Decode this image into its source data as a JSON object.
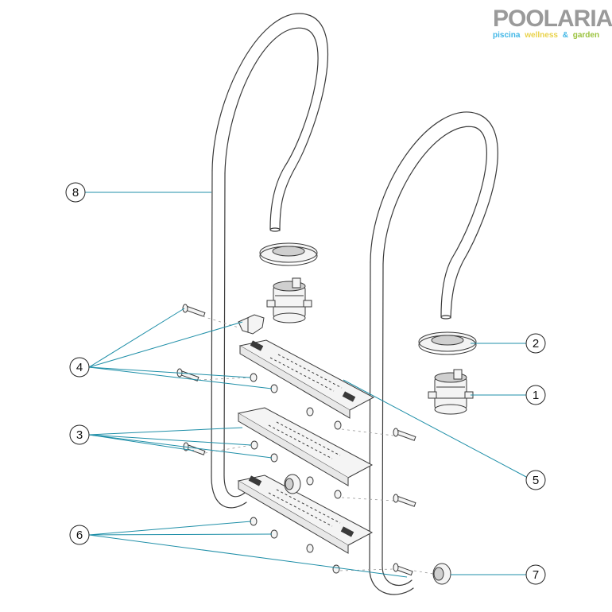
{
  "logo": {
    "brand": "POOLARIA",
    "tagline_words": [
      "piscina",
      "wellness",
      "&",
      "garden"
    ],
    "colors": {
      "brand_grey": "#9a9a9a",
      "tag_blue": "#3fb6e6",
      "tag_yellow": "#e9d24a",
      "tag_green": "#9ac23c"
    }
  },
  "callouts": [
    {
      "id": "c1",
      "label": "1"
    },
    {
      "id": "c2",
      "label": "2"
    },
    {
      "id": "c3",
      "label": "3"
    },
    {
      "id": "c4",
      "label": "4"
    },
    {
      "id": "c5",
      "label": "5"
    },
    {
      "id": "c6",
      "label": "6"
    },
    {
      "id": "c7",
      "label": "7"
    },
    {
      "id": "c8",
      "label": "8"
    }
  ],
  "colors": {
    "leader": "#1f8fa8",
    "outline": "#3a3a3a",
    "part_fill": "#f4f4f4",
    "shade": "#cfcfcf"
  }
}
